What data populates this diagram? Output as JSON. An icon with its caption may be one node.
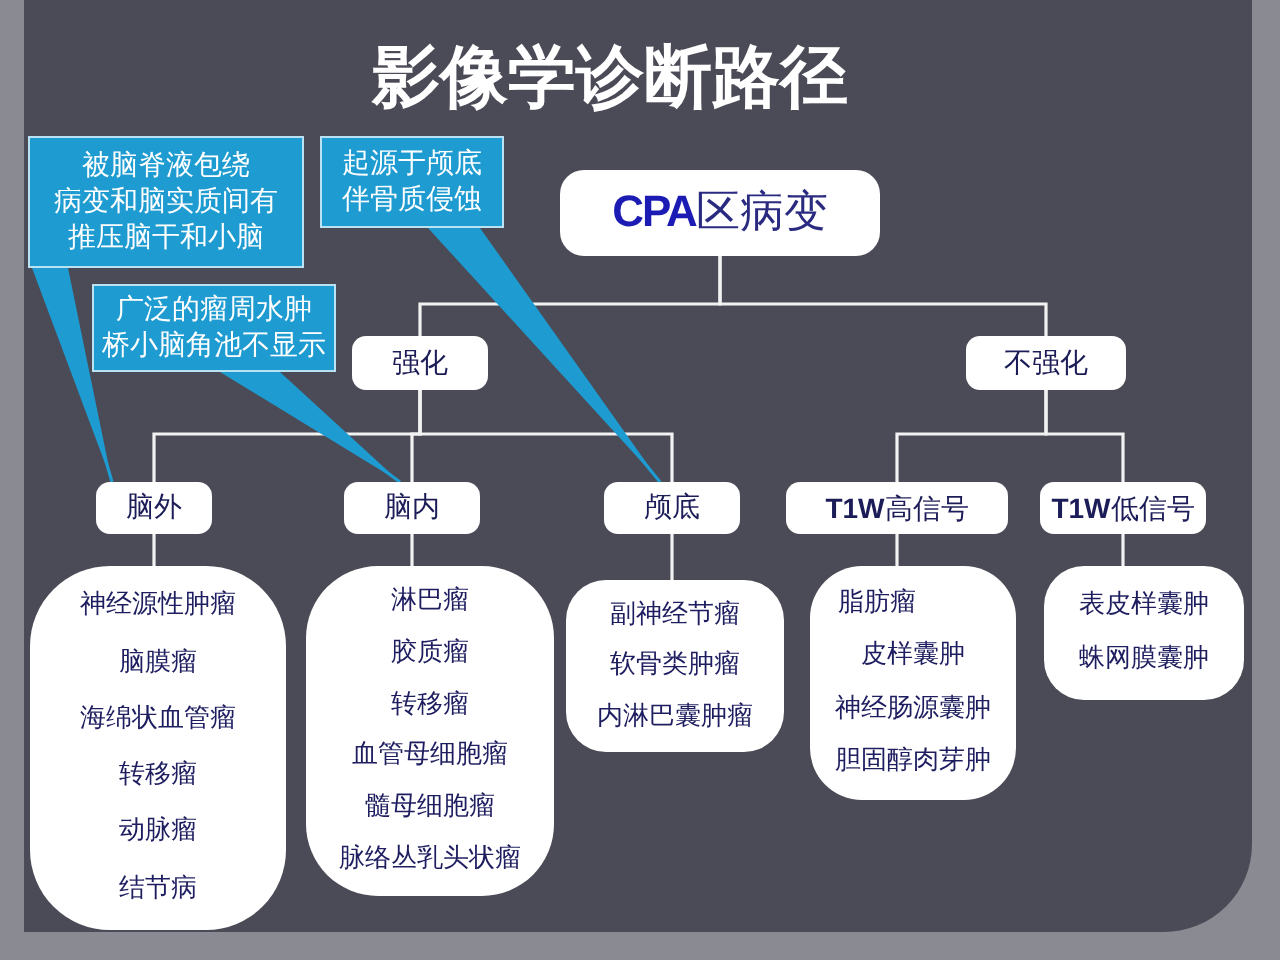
{
  "diagram": {
    "title": "影像学诊断路径",
    "nodes": [
      {
        "text": [
          "被脑脊液包绕",
          "病变和脑实质间有",
          "推压脑干和小脑"
        ]
      },
      {
        "text": [
          "起源于颅底伴骨质侵蚀"
        ]
      },
      {
        "text": [
          "**CPA**区病变"
        ]
      },
      {
        "text": [
          "广泛的瘤周水肿",
          "桥小脑角池不显示"
        ]
      },
      {
        "text": [
          "强化"
        ]
      },
      {
        "text": [
          "不强化"
        ]
      },
      {
        "text": [
          "脑外"
        ]
      },
      {
        "text": [
          "脑内"
        ]
      },
      {
        "text": [
          "颅底"
        ]
      },
      {
        "text": [
          "**T1W**高信号"
        ]
      },
      {
        "text": [
          "**T1W**低信号"
        ]
      },
      {
        "text": [
          "神经源性肿瘤",
          "脑膜瘤",
          "海绵状血管瘤",
          "转移瘤",
          "动脉瘤",
          "结节病"
        ]
      },
      {
        "text": [
          "淋巴瘤",
          "胶质瘤",
          "转移瘤",
          "血管母细胞瘤",
          "髓母细胞瘤",
          "脉络丛乳头状瘤"
        ]
      },
      {
        "text": [
          "副神经节瘤",
          "软骨类肿瘤",
          "内淋巴囊肿瘤"
        ]
      },
      {
        "text": [
          "脂肪瘤",
          "皮样囊肿",
          "神经肠源囊肿",
          "胆固醇肉芽肿"
        ]
      },
      {
        "text": [
          "表皮样囊肿",
          "蛛网膜囊肿"
        ]
      }
    ],
    "edges": [
      {
        "from": 2,
        "to": 4,
        "arrow": "none"
      },
      {
        "from": 2,
        "to": 5,
        "arrow": "none"
      },
      {
        "from": 4,
        "to": 6,
        "arrow": "none"
      },
      {
        "from": 4,
        "to": 7,
        "arrow": "none"
      },
      {
        "from": 4,
        "to": 8,
        "arrow": "none"
      },
      {
        "from": 5,
        "to": 9,
        "arrow": "none"
      },
      {
        "from": 5,
        "to": 10,
        "arrow": "none"
      },
      {
        "from": 6,
        "to": 11,
        "arrow": "none"
      },
      {
        "from": 7,
        "to": 12,
        "arrow": "none"
      },
      {
        "from": 8,
        "to": 13,
        "arrow": "none"
      },
      {
        "from": 9,
        "to": 14,
        "arrow": "none"
      },
      {
        "from": 10,
        "to": 15,
        "arrow": "none"
      },
      {
        "from": 0,
        "to": 6,
        "arrow": "none",
        "color": "#1e9bd0"
      },
      {
        "from": 3,
        "to": 7,
        "arrow": "none",
        "color": "#1e9bd0"
      },
      {
        "from": 1,
        "to": 8,
        "arrow": "none",
        "color": "#1e9bd0"
      }
    ]
  }
}
